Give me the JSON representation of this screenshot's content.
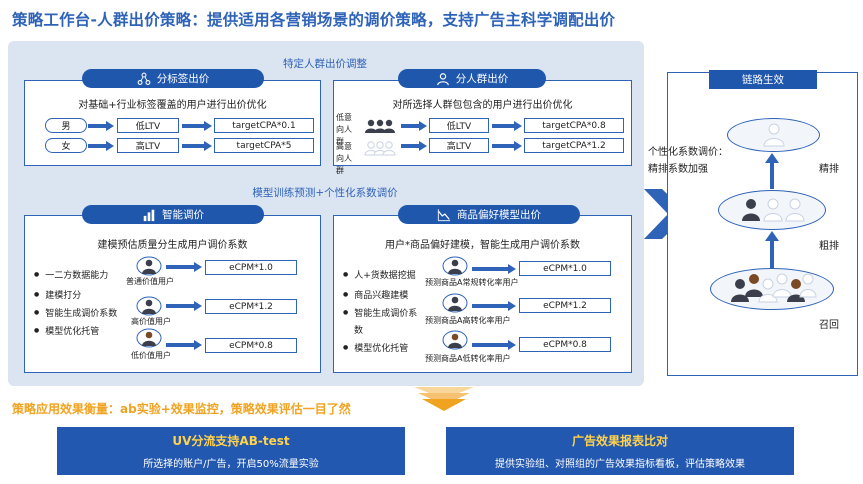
{
  "title": "策略工作台-人群出价策略：提供适用各营销场景的调价策略，支持广告主科学调配出价",
  "section1": {
    "title": "特定人群出价调整",
    "left": {
      "pill": "分标签出价",
      "subtitle": "对基础+行业标签覆盖的用户进行出价优化",
      "rows": [
        {
          "segment": "男",
          "ltv": "低LTV",
          "bid": "targetCPA*0.1"
        },
        {
          "segment": "女",
          "ltv": "高LTV",
          "bid": "targetCPA*5"
        }
      ]
    },
    "right": {
      "pill": "分人群出价",
      "subtitle": "对所选择人群包包含的用户进行出价优化",
      "rows": [
        {
          "segment": "低意向人群",
          "ltv": "低LTV",
          "bid": "targetCPA*0.8"
        },
        {
          "segment": "高意向人群",
          "ltv": "高LTV",
          "bid": "targetCPA*1.2"
        }
      ]
    }
  },
  "section2": {
    "title": "模型训练预测+个性化系数调价",
    "left": {
      "pill": "智能调价",
      "subtitle": "建模预估质量分生成用户调价系数",
      "bullets": [
        "一二方数据能力",
        "建模打分",
        "智能生成调价系数",
        "模型优化托管"
      ],
      "rows": [
        {
          "user": "普通价值用户",
          "bid": "eCPM*1.0"
        },
        {
          "user": "高价值用户",
          "bid": "eCPM*1.2"
        },
        {
          "user": "低价值用户",
          "bid": "eCPM*0.8"
        }
      ]
    },
    "right": {
      "pill": "商品偏好模型出价",
      "subtitle": "用户*商品偏好建模，智能生成用户调价系数",
      "bullets": [
        "人+货数据挖掘",
        "商品兴趣建模",
        "智能生成调价系",
        "数",
        "模型优化托管"
      ],
      "rows": [
        {
          "user": "预测商品A常规转化率用户",
          "bid": "eCPM*1.0"
        },
        {
          "user": "预测商品A高转化率用户",
          "bid": "eCPM*1.2"
        },
        {
          "user": "预测商品A低转化率用户",
          "bid": "eCPM*0.8"
        }
      ]
    }
  },
  "link": {
    "header": "链路生效",
    "note_line1": "个性化系数调价：",
    "note_line2": "精排系数加强",
    "stages": [
      "精排",
      "粗排",
      "召回"
    ]
  },
  "bottom": {
    "title": "策略应用效果衡量：ab实验+效果监控，策略效果评估一目了然",
    "left": {
      "heading": "UV分流支持AB-test",
      "sub": "所选择的账户/广告，开启50%流量实验"
    },
    "right": {
      "heading": "广告效果报表比对",
      "sub": "提供实验组、对照组的广告效果指标看板，评估策略效果"
    }
  },
  "colors": {
    "primary": "#1f57ad",
    "panel": "#dbe4f1",
    "accent": "#f0a320",
    "highlight": "#ffd24a"
  }
}
